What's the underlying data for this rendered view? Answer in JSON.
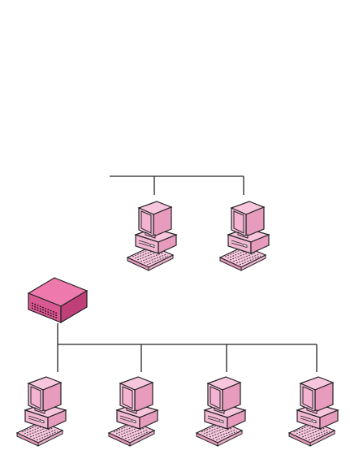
{
  "diagram": {
    "type": "network-topology",
    "nodes": [
      {
        "id": "pc-upper-1",
        "kind": "computer",
        "icon": "desktop-computer-icon",
        "segment": "upper"
      },
      {
        "id": "pc-upper-2",
        "kind": "computer",
        "icon": "desktop-computer-icon",
        "segment": "upper"
      },
      {
        "id": "hub",
        "kind": "hub",
        "icon": "network-hub-icon",
        "segment": "lower"
      },
      {
        "id": "pc-lower-1",
        "kind": "computer",
        "icon": "desktop-computer-icon",
        "segment": "lower"
      },
      {
        "id": "pc-lower-2",
        "kind": "computer",
        "icon": "desktop-computer-icon",
        "segment": "lower"
      },
      {
        "id": "pc-lower-3",
        "kind": "computer",
        "icon": "desktop-computer-icon",
        "segment": "lower"
      },
      {
        "id": "pc-lower-4",
        "kind": "computer",
        "icon": "desktop-computer-icon",
        "segment": "lower"
      }
    ],
    "edges": [
      {
        "from": "pc-upper-1",
        "to": "upper-bus"
      },
      {
        "from": "pc-upper-2",
        "to": "upper-bus"
      },
      {
        "from": "hub",
        "to": "lower-bus"
      },
      {
        "from": "pc-lower-1",
        "to": "lower-bus"
      },
      {
        "from": "pc-lower-2",
        "to": "lower-bus"
      },
      {
        "from": "pc-lower-3",
        "to": "lower-bus"
      },
      {
        "from": "pc-lower-4",
        "to": "lower-bus"
      }
    ]
  },
  "colors": {
    "device_fill": "#f7c6dd",
    "device_shade": "#e79bbd",
    "screen_fill": "#f4b3d1",
    "hub_top": "#ee79ac",
    "hub_front": "#d95a93",
    "hub_side": "#bf3f79",
    "line": "#222222",
    "background": "#ffffff"
  }
}
